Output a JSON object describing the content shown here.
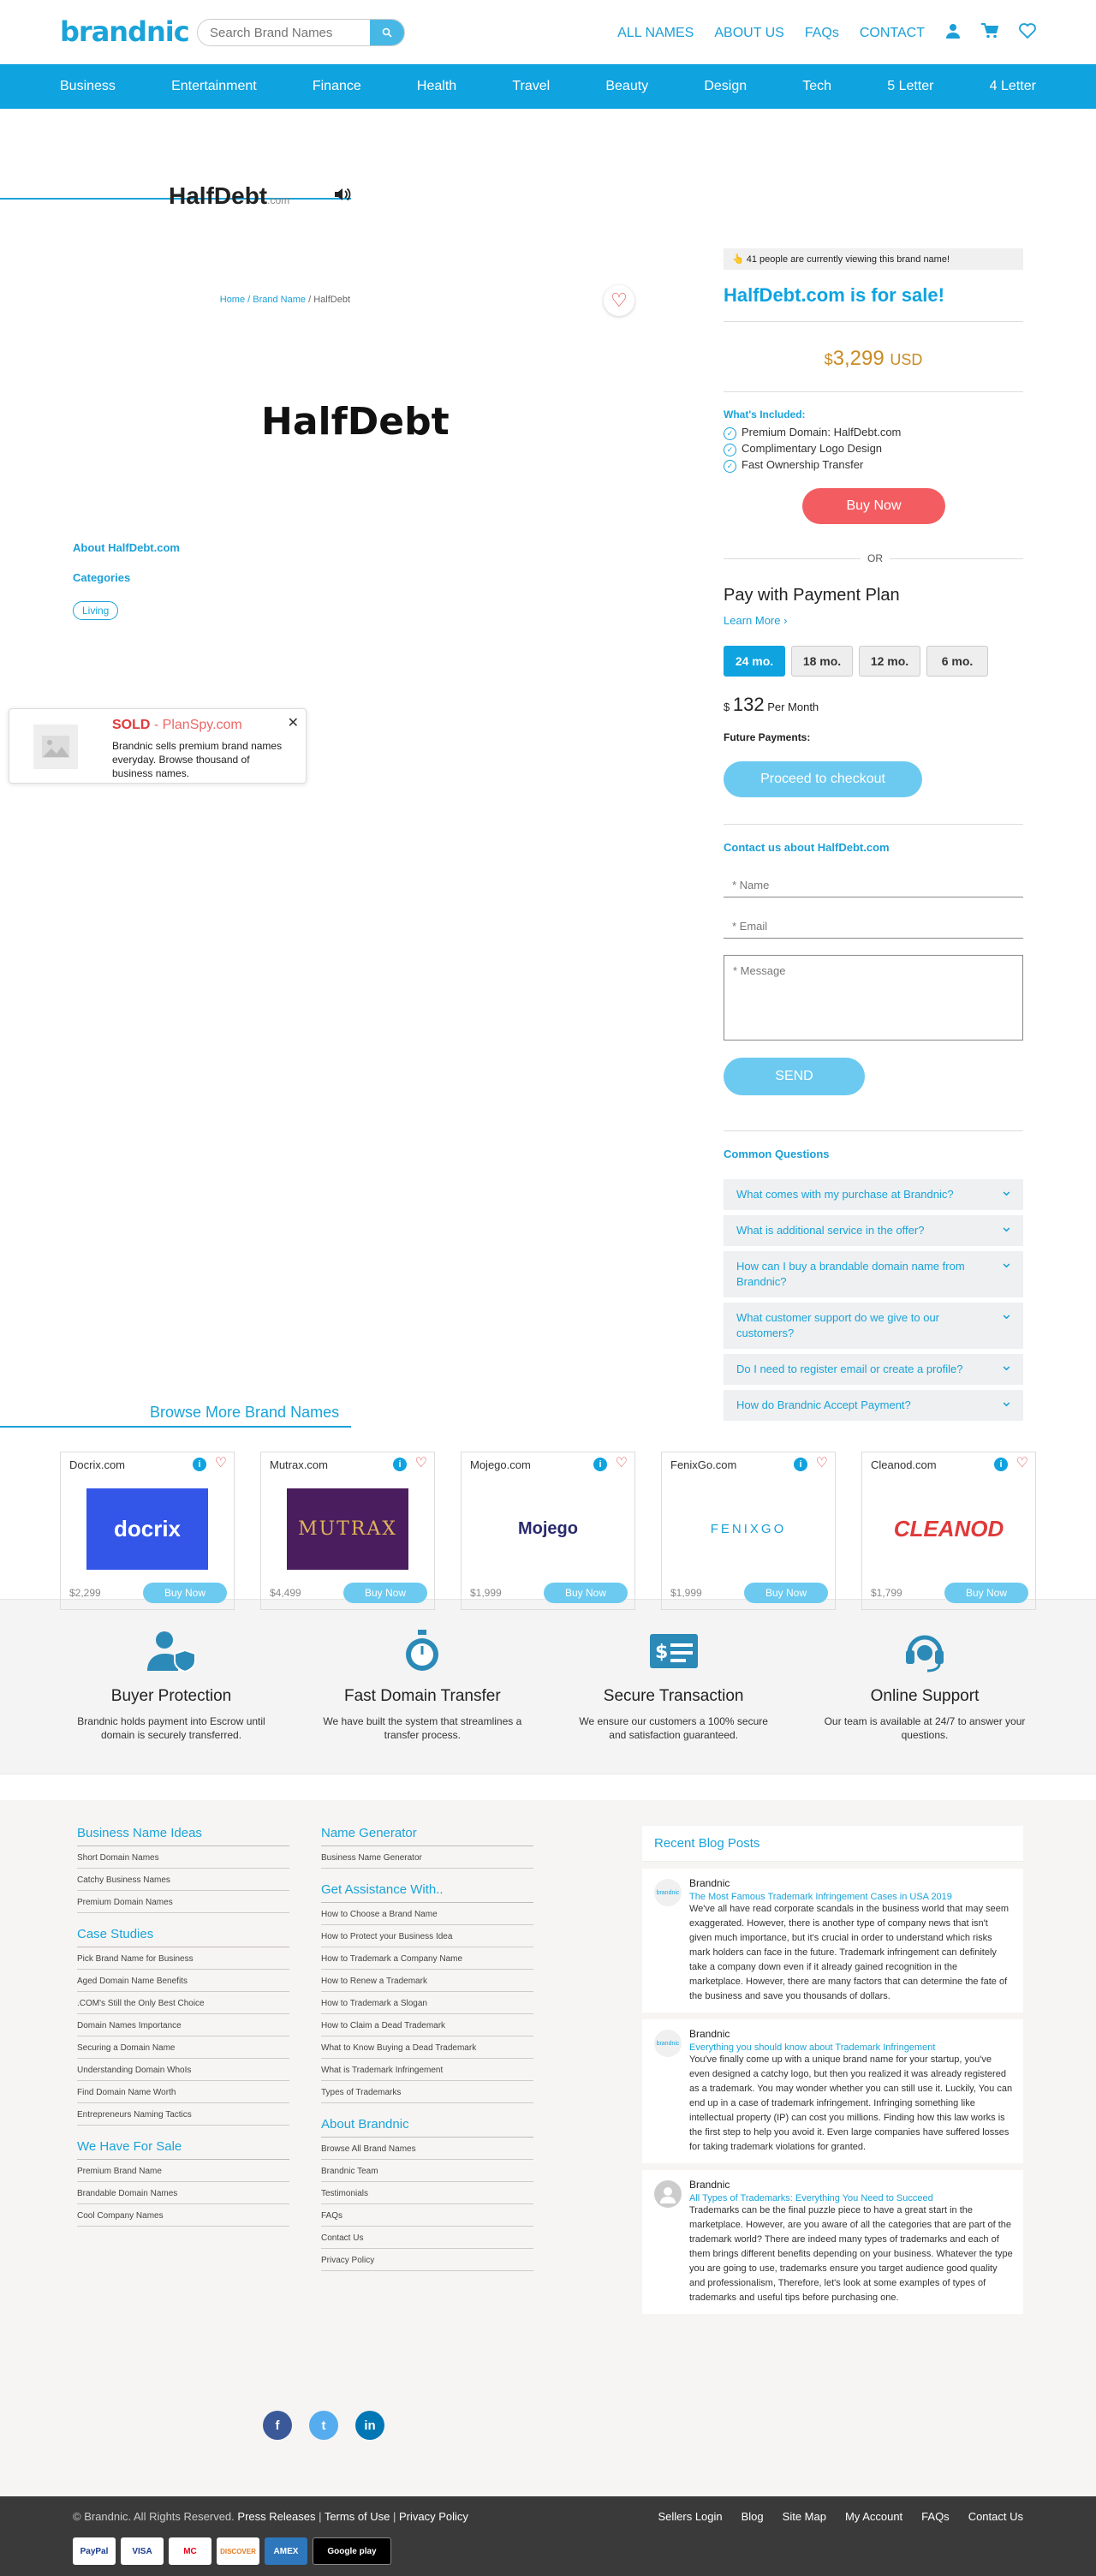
{
  "header": {
    "logo": "brandnic",
    "search_placeholder": "Search Brand Names",
    "nav": [
      "ALL NAMES",
      "ABOUT US",
      "FAQs",
      "CONTACT"
    ]
  },
  "categories": [
    "Business",
    "Entertainment",
    "Finance",
    "Health",
    "Travel",
    "Beauty",
    "Design",
    "Tech",
    "5 Letter",
    "4 Letter"
  ],
  "domain": {
    "name": "HalfDebt",
    "tld": ".com",
    "logo_text": "HalfDebt",
    "breadcrumb_home": "Home",
    "breadcrumb_mid": "Brand Name",
    "breadcrumb_current": "HalfDebt",
    "about_label": "About HalfDebt.com",
    "categories_label": "Categories",
    "tag": "Living"
  },
  "popup": {
    "sold": "SOLD",
    "name": "- PlanSpy.com",
    "text": "Brandnic sells premium brand names everyday. Browse thousand of business names."
  },
  "sale": {
    "viewing": "41 people are currently viewing this brand name!",
    "title": "HalfDebt.com is for sale!",
    "price_symbol": "$",
    "price": "3,299",
    "currency": "USD",
    "included_title": "What's Included:",
    "included": [
      "Premium Domain: HalfDebt.com",
      "Complimentary Logo Design",
      "Fast Ownership Transfer"
    ],
    "buy_now": "Buy Now",
    "or": "OR",
    "plan_title": "Pay with Payment Plan",
    "learn_more": "Learn More ›",
    "months": [
      "24 mo.",
      "18 mo.",
      "12 mo.",
      "6 mo."
    ],
    "per_month_amount": "132",
    "per_month_label": "Per Month",
    "future_payments": "Future Payments:",
    "checkout": "Proceed to checkout"
  },
  "contact": {
    "title": "Contact us about HalfDebt.com",
    "name_placeholder": "* Name",
    "email_placeholder": "* Email",
    "message_placeholder": "* Message",
    "send": "SEND"
  },
  "faq": {
    "title": "Common Questions",
    "items": [
      "What comes with my purchase at Brandnic?",
      "What is additional service in the offer?",
      "How can I buy a brandable domain name from Brandnic?",
      "What customer support do we give to our customers?",
      "Do I need to register email or create a profile?",
      "How do Brandnic Accept Payment?"
    ]
  },
  "browse": {
    "title": "Browse More Brand Names",
    "cards": [
      {
        "name": "Docrix.com",
        "logo": "docrix",
        "price": "$2,299",
        "buy": "Buy Now",
        "bg": "#3355e8",
        "fg": "#ffffff"
      },
      {
        "name": "Mutrax.com",
        "logo": "MUTRAX",
        "price": "$4,499",
        "buy": "Buy Now",
        "bg": "#4a1d5e",
        "fg": "#e0b35a"
      },
      {
        "name": "Mojego.com",
        "logo": "Mojego",
        "price": "$1,999",
        "buy": "Buy Now",
        "bg": "#ffffff",
        "fg": "#2a2a6e"
      },
      {
        "name": "FenixGo.com",
        "logo": "FENIXGO",
        "price": "$1,999",
        "buy": "Buy Now",
        "bg": "#ffffff",
        "fg": "#1a9fd8"
      },
      {
        "name": "Cleanod.com",
        "logo": "CLEANOD",
        "price": "$1,799",
        "buy": "Buy Now",
        "bg": "#ffffff",
        "fg": "#e03a3a"
      }
    ]
  },
  "features": [
    {
      "title": "Buyer Protection",
      "text": "Brandnic holds payment into Escrow until domain is securely transferred."
    },
    {
      "title": "Fast Domain Transfer",
      "text": "We have built the system that streamlines a transfer process."
    },
    {
      "title": "Secure Transaction",
      "text": "We ensure our customers a 100% secure and satisfaction guaranteed."
    },
    {
      "title": "Online Support",
      "text": "Our team is available at 24/7 to answer your questions."
    }
  ],
  "footer": {
    "col1": [
      {
        "title": "Business Name Ideas",
        "links": [
          "Short Domain Names",
          "Catchy Business Names",
          "Premium Domain Names"
        ]
      },
      {
        "title": "Case Studies",
        "links": [
          "Pick Brand Name for Business",
          "Aged Domain Name Benefits",
          ".COM's Still the Only Best Choice",
          "Domain Names Importance",
          "Securing a Domain Name",
          "Understanding Domain WhoIs",
          "Find Domain Name Worth",
          "Entrepreneurs Naming Tactics"
        ]
      },
      {
        "title": "We Have For Sale",
        "links": [
          "Premium Brand Name",
          "Brandable Domain Names",
          "Cool Company Names"
        ]
      }
    ],
    "col2": [
      {
        "title": "Name Generator",
        "links": [
          "Business Name Generator"
        ]
      },
      {
        "title": "Get Assistance With..",
        "links": [
          "How to Choose a Brand Name",
          "How to Protect your Business Idea",
          "How to Trademark a Company Name",
          "How to Renew a Trademark",
          "How to Trademark a Slogan",
          "How to Claim a Dead Trademark",
          "What to Know Buying a Dead Trademark",
          "What is Trademark Infringement",
          "Types of Trademarks"
        ]
      },
      {
        "title": "About Brandnic",
        "links": [
          "Browse All Brand Names",
          "Brandnic Team",
          "Testimonials",
          "FAQs",
          "Contact Us",
          "Privacy Policy"
        ]
      }
    ],
    "blog_title": "Recent Blog Posts",
    "posts": [
      {
        "author": "Brandnic",
        "title": "The Most Famous Trademark Infringement Cases in USA 2019",
        "excerpt": "We've all have read corporate scandals in the business world that may seem exaggerated. However, there is another type of company news that isn't given much importance, but it's crucial in order to understand which risks mark holders can face in the future. Trademark infringement can definitely take a company down even if it already gained recognition in the marketplace. However, there are many factors that can determine the fate of the business and save you thousands of dollars."
      },
      {
        "author": "Brandnic",
        "title": "Everything you should know about Trademark Infringement",
        "excerpt": "You've finally come up with a unique brand name for your startup, you've even designed a catchy logo, but then you realized it was already registered as a trademark. You may wonder whether you can still use it. Luckily, You can end up in a case of trademark infringement. Infringing something like intellectual property (IP) can cost you millions. Finding how this law works is the first step to help you avoid it. Even large companies have suffered losses for taking trademark violations for granted."
      },
      {
        "author": "Brandnic",
        "title": "All Types of Trademarks: Everything You Need to Succeed",
        "excerpt": "Trademarks can be the final puzzle piece to have a great start in the marketplace. However, are you aware of all the categories that are part of the trademark world? There are indeed many types of trademarks and each of them brings different benefits depending on your business. Whatever the type you are going to use, trademarks ensure you target audience good quality and professionalism, Therefore, let's look at some examples of types of trademarks and useful tips before purchasing one."
      }
    ],
    "social": [
      "f",
      "t",
      "in"
    ]
  },
  "bottom": {
    "copyright": "© Brandnic. All Rights Reserved.",
    "legal": [
      "Press Releases",
      "Terms of Use",
      "Privacy Policy"
    ],
    "links": [
      "Sellers Login",
      "Blog",
      "Site Map",
      "My Account",
      "FAQs",
      "Contact Us"
    ],
    "payments": [
      "PayPal",
      "VISA",
      "MC",
      "DISCOVER",
      "AMEX",
      "Google play"
    ]
  }
}
